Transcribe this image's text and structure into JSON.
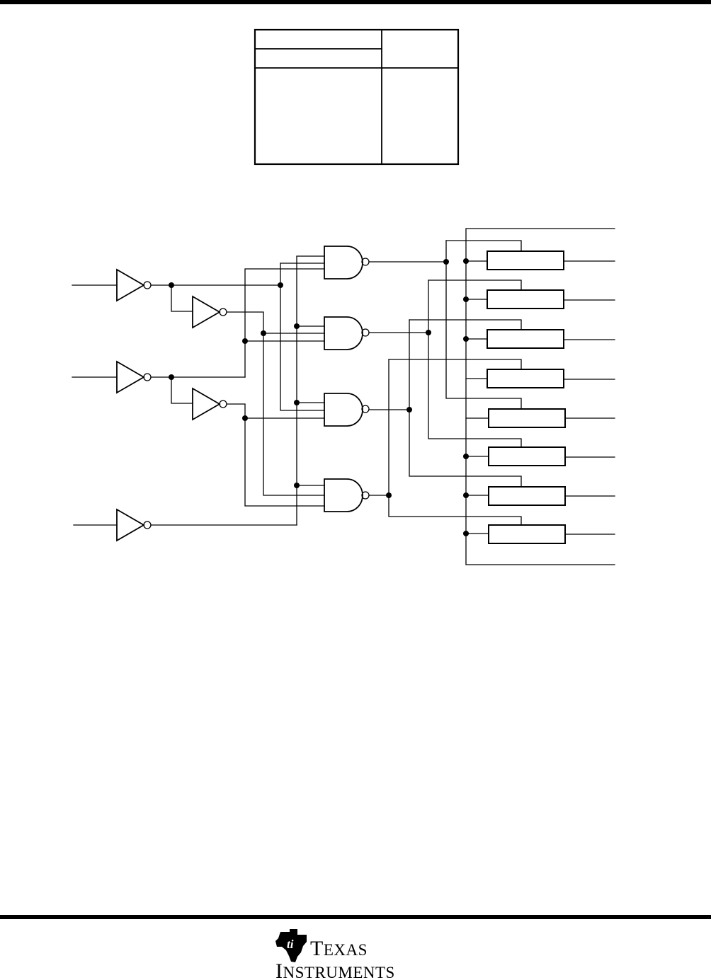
{
  "page": {
    "background": "#ffffff",
    "ink": "#000000"
  },
  "function_table": {
    "header_rows": 2,
    "body_rows": 0,
    "columns": 2,
    "cells_text": []
  },
  "logic_diagram": {
    "input_buffers": 3,
    "second_stage_inverters": 2,
    "nand_gates": 4,
    "output_blocks": 8,
    "pin_labels": []
  },
  "footer": {
    "logo": "texas-instruments-logo",
    "brand_line1": "Texas",
    "brand_line2": "Instruments"
  }
}
